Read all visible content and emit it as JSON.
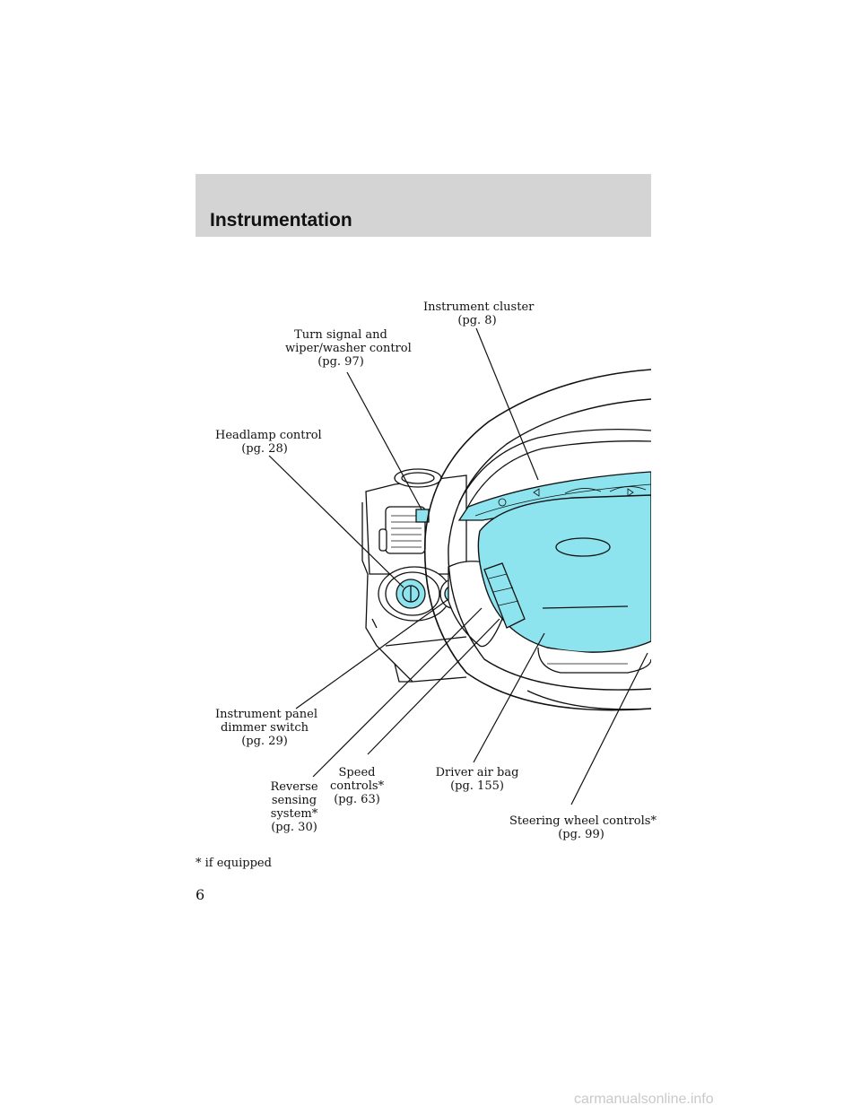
{
  "header": {
    "title": "Instrumentation"
  },
  "callouts": {
    "instrument_cluster": {
      "lines": [
        "Instrument cluster",
        "(pg. 8)"
      ]
    },
    "turn_signal": {
      "lines": [
        "Turn signal and",
        "wiper/washer control",
        "(pg. 97)"
      ]
    },
    "headlamp": {
      "lines": [
        "Headlamp control",
        "(pg. 28)"
      ]
    },
    "dimmer": {
      "lines": [
        "Instrument panel",
        "dimmer switch",
        "(pg. 29)"
      ]
    },
    "reverse": {
      "lines": [
        "Reverse",
        "sensing",
        "system*",
        "(pg. 30)"
      ]
    },
    "speed": {
      "lines": [
        "Speed",
        "controls*",
        "(pg. 63)"
      ]
    },
    "airbag": {
      "lines": [
        "Driver air bag",
        "(pg. 155)"
      ]
    },
    "steering": {
      "lines": [
        "Steering wheel controls*",
        "(pg. 99)"
      ]
    }
  },
  "footnote": "* if equipped",
  "page_number": "6",
  "watermark": "carmanualsonline.info",
  "colors": {
    "highlight": "#8de4ef",
    "header_band": "#d4d4d4",
    "line": "#111111"
  }
}
